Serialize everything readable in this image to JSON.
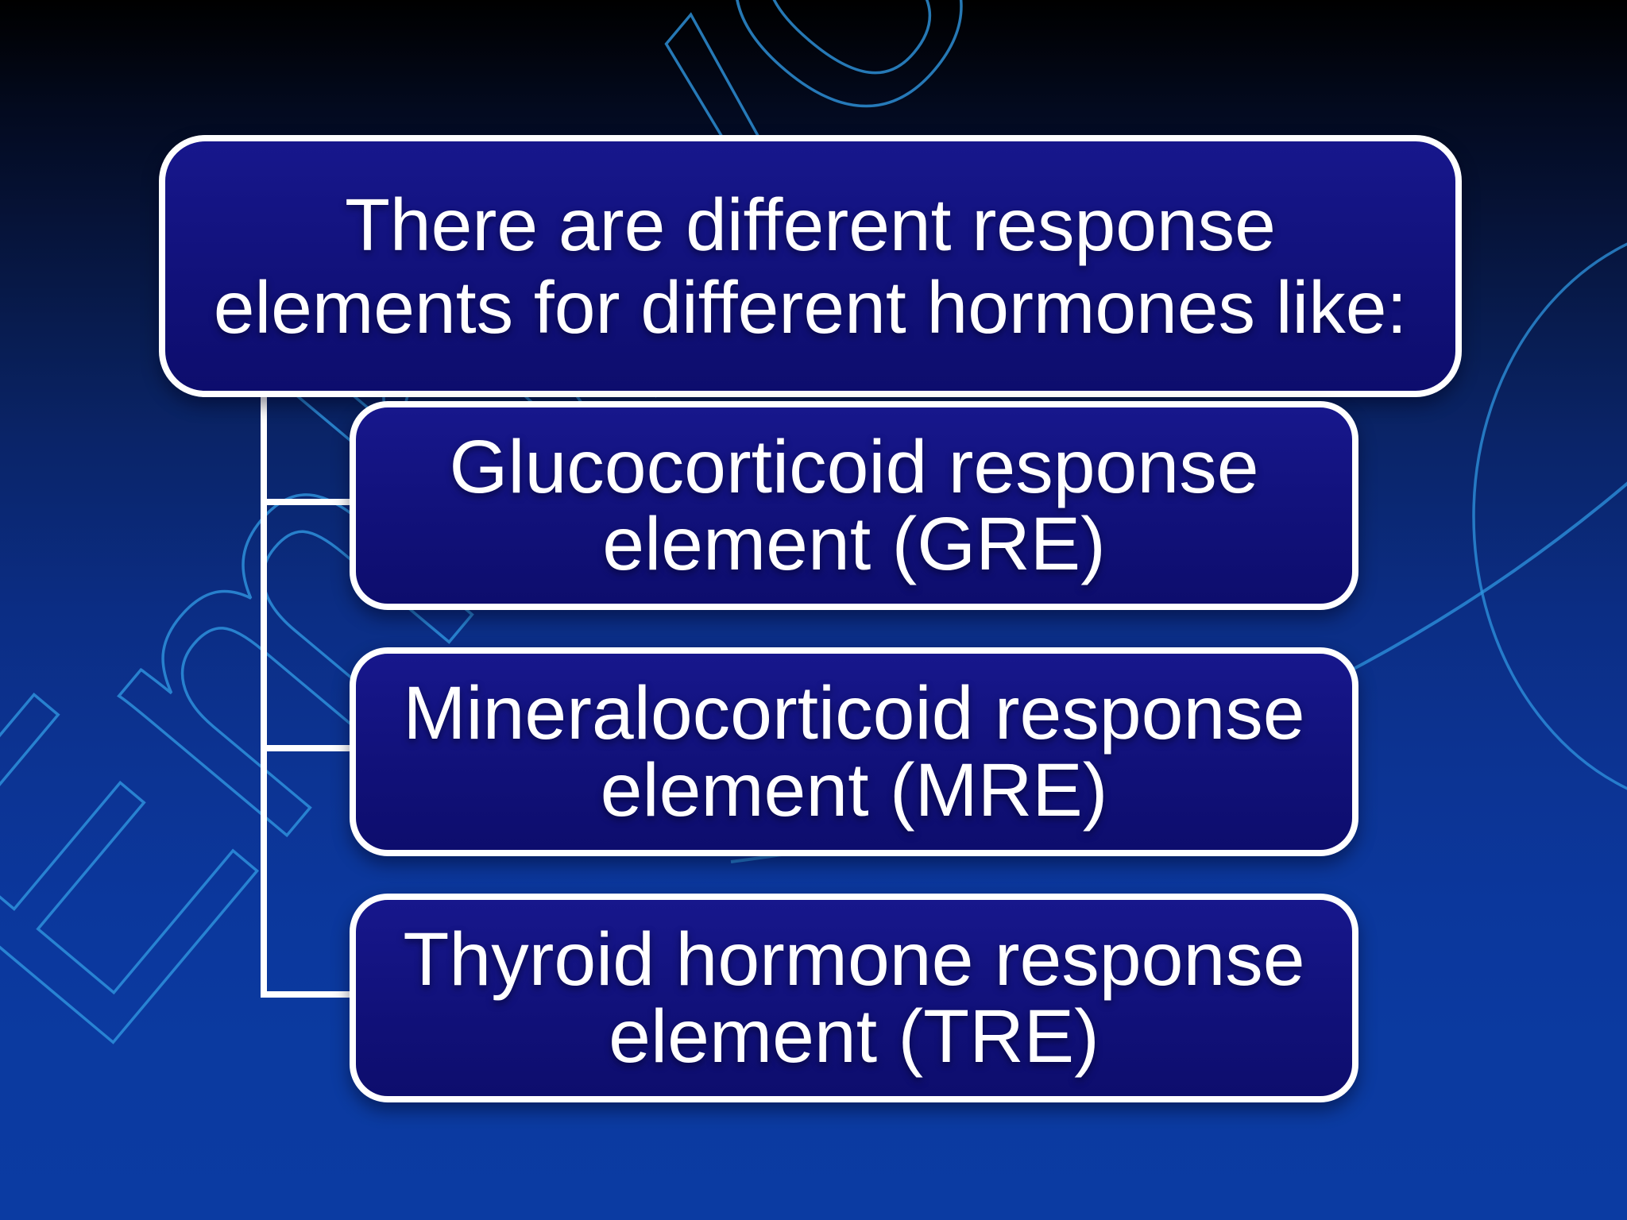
{
  "slide": {
    "title": "There are different response elements for different hormones like:",
    "items": [
      "Glucocorticoid response element (GRE)",
      "Mineralocorticoid response element (MRE)",
      "Thyroid hormone response element (TRE)"
    ],
    "watermark_text": "Embryo",
    "colors": {
      "background_top": "#000000",
      "background_mid": "#0a2468",
      "background_bottom": "#0b3ba2",
      "box_fill": "#11117a",
      "box_border": "#ffffff",
      "connector": "#ffffff",
      "text": "#ffffff",
      "watermark": "#2f96e0"
    }
  }
}
